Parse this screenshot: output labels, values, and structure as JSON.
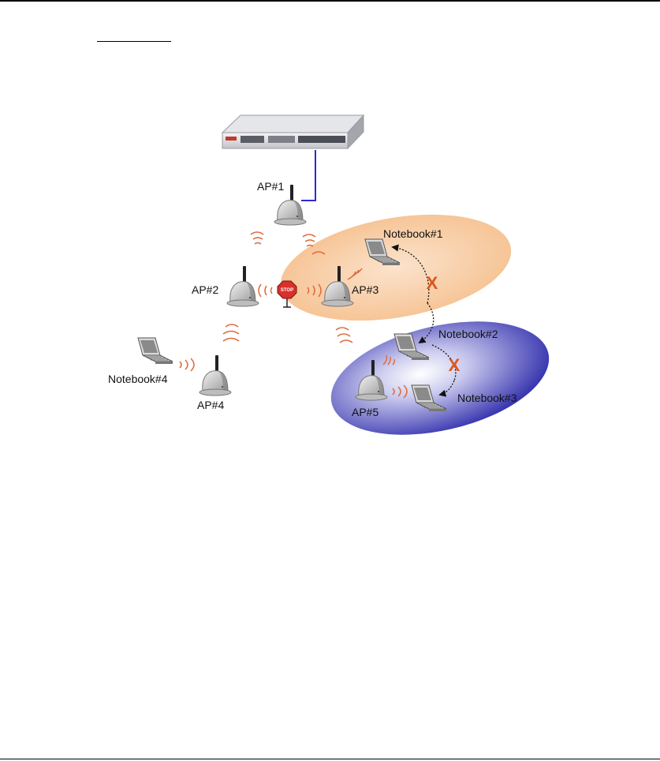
{
  "labels": {
    "ap1": "AP#1",
    "ap2": "AP#2",
    "ap3": "AP#3",
    "ap4": "AP#4",
    "ap5": "AP#5",
    "nb1": "Notebook#1",
    "nb2": "Notebook#2",
    "nb3": "Notebook#3",
    "nb4": "Notebook#4",
    "stop": "STOP",
    "x1": "X",
    "x2": "X"
  },
  "colors": {
    "wave": "#e06a3a",
    "orange_zone": "#f7c89c",
    "blue_zone": "#3e3db0",
    "cable": "#2b2bd6",
    "stop_sign": "#d9302c"
  },
  "icons": [
    "switch-device-icon",
    "access-point-icon",
    "notebook-icon",
    "stop-sign-icon",
    "signal-wave-icon",
    "arrow-icon",
    "x-mark-icon"
  ]
}
